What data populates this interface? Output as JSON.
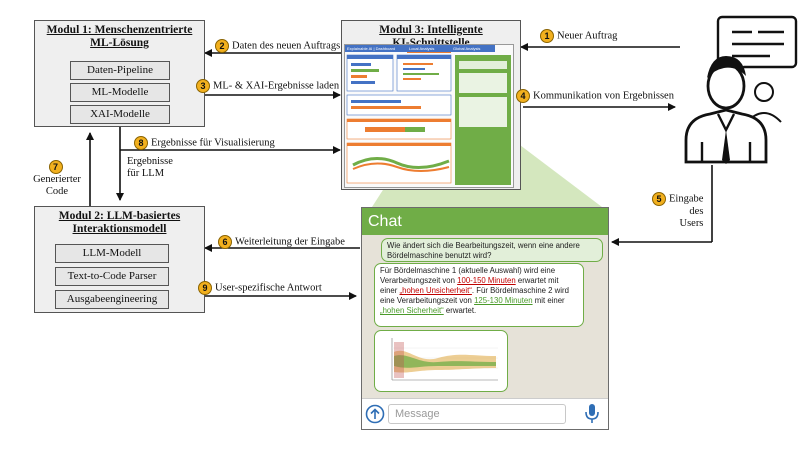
{
  "modul1": {
    "title_line1": "Modul 1: Menschenzentrierte",
    "title_line2": "ML-Lösung",
    "items": [
      "Daten-Pipeline",
      "ML-Modelle",
      "XAI-Modelle"
    ]
  },
  "modul2": {
    "title_line1": "Modul 2: LLM-basiertes",
    "title_line2": "Interaktionsmodell",
    "items": [
      "LLM-Modell",
      "Text-to-Code Parser",
      "Ausgabeengineering"
    ]
  },
  "modul3": {
    "title_line1": "Modul 3: Intelligente",
    "title_line2": "KI-Schnittstelle"
  },
  "steps": [
    {
      "num": "1",
      "text": "Neuer Auftrag"
    },
    {
      "num": "2",
      "text": "Daten des neuen Auftrags"
    },
    {
      "num": "3",
      "text": "ML- & XAI-Ergebnisse laden"
    },
    {
      "num": "4",
      "text": "Kommunikation von Ergebnissen"
    },
    {
      "num": "5",
      "lines": [
        "Eingabe",
        "des",
        "Users"
      ]
    },
    {
      "num": "6",
      "text": "Weiterleitung der Eingabe"
    },
    {
      "num": "7",
      "lines": [
        "Generierter",
        "Code"
      ]
    },
    {
      "num": "8",
      "text": "Ergebnisse für Visualisierung"
    },
    {
      "num": "9",
      "text": "User-spezifische Antwort"
    }
  ],
  "llm_label": [
    "Ergebnisse",
    "für LLM"
  ],
  "dashboard": {
    "tabs": [
      "Explainable AI | Dashboard",
      "Local Analysis",
      "Global Analysis"
    ],
    "colors": {
      "blue": "#4472c4",
      "orange": "#ed7d31",
      "green": "#70ad47"
    }
  },
  "chat": {
    "header": "Chat",
    "question": "Wie ändert sich die Bearbeitungszeit, wenn eine andere Bördelmaschine benutzt wird?",
    "answer": {
      "p1": "Für Bördelmaschine 1 (aktuelle Auswahl) wird eine Verarbeitungszeit von ",
      "range1": "100-150 Minuten",
      "p2": " erwartet mit einer ",
      "cert1": "„hohen Unsicherheit“",
      "p3": ". Für Bördelmaschine 2 wird eine Verarbeitungszeit von ",
      "range2": "125-130 Minuten",
      "p4": " mit einer ",
      "cert2": "„hohen Sicherheit“",
      "p5": " erwartet."
    },
    "placeholder": "Message",
    "colors": {
      "header": "#70ad47",
      "uncertain": "#c00000",
      "certain": "#4a9a2a"
    }
  },
  "icons": [
    "person-icon",
    "speech-bubble-icon",
    "send-icon",
    "mic-icon"
  ]
}
